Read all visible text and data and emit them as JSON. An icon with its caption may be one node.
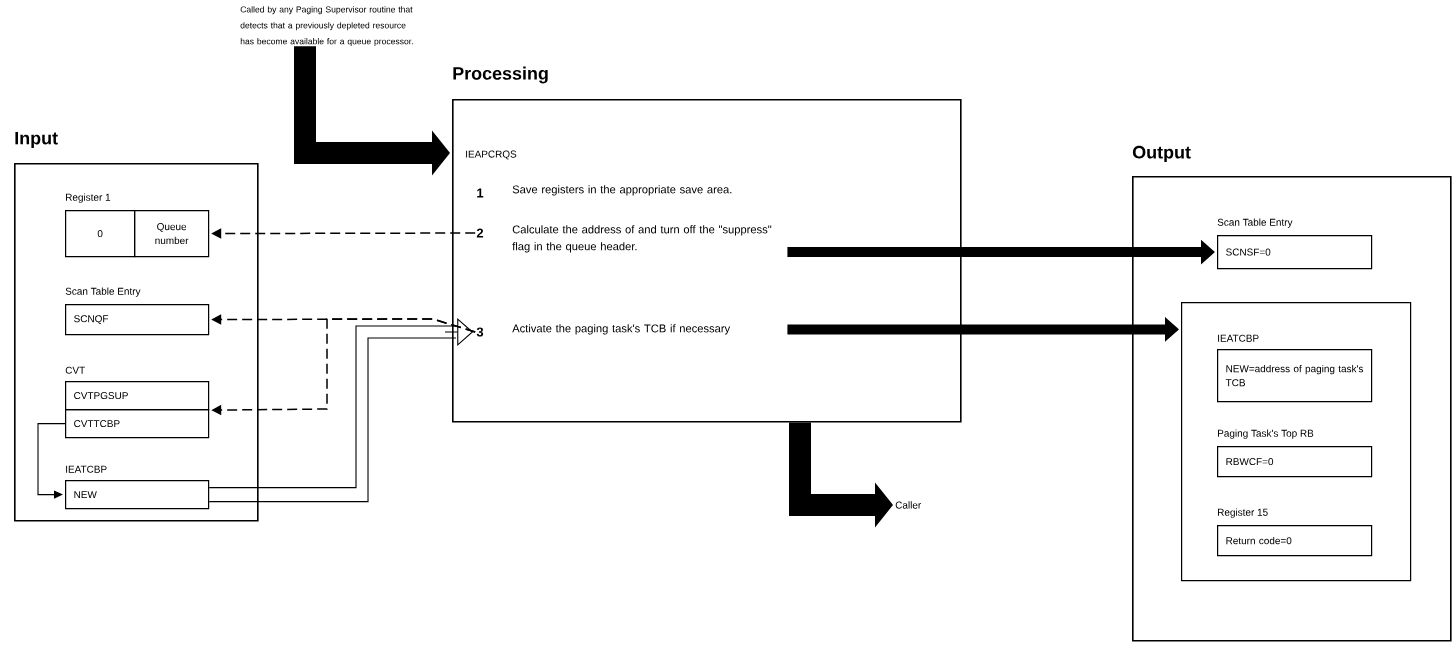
{
  "diagram": {
    "nodes": [
      {
        "text": [
          "Input"
        ]
      },
      {
        "text": [
          "0"
        ],
        "beside": [
          "Register 1"
        ],
        "in": 0
      },
      {
        "text": [
          "Queue number"
        ],
        "in": 0
      },
      {
        "text": [
          "SCNQF"
        ],
        "beside": [
          "Scan Table Entry"
        ],
        "in": 0
      },
      {
        "text": [
          "CVTPGSUP"
        ],
        "beside": [
          "CVT"
        ],
        "in": 0
      },
      {
        "text": [
          "CVTTCBP"
        ],
        "in": 0
      },
      {
        "text": [
          "NEW"
        ],
        "beside": [
          "IEATCBP"
        ],
        "in": 0
      },
      {
        "text": [
          "Processing",
          "IEAPCRQS"
        ]
      },
      {
        "text": [
          "1",
          "Save registers in the appropriate save area."
        ],
        "in": 7
      },
      {
        "text": [
          "2",
          "Calculate the address of and turn off the \"suppress\" flag in the queue header."
        ],
        "in": 7
      },
      {
        "text": [
          "3",
          "Activate the paging task's TCB if necessary"
        ],
        "in": 7
      },
      {
        "text": [
          "Output"
        ]
      },
      {
        "text": [
          "SCNSF=0"
        ],
        "beside": [
          "Scan Table Entry"
        ],
        "in": 11
      },
      {
        "text": [],
        "shape": "box",
        "in": 11
      },
      {
        "text": [
          "NEW=address of paging task's TCB"
        ],
        "beside": [
          "IEATCBP"
        ],
        "in": 13
      },
      {
        "text": [
          "RBWCF=0"
        ],
        "beside": [
          "Paging Task's Top RB"
        ],
        "in": 13
      },
      {
        "text": [
          "Return code=0"
        ],
        "beside": [
          "Register 15"
        ],
        "in": 13
      },
      {
        "text": [
          "Called by any Paging Supervisor routine that detects that a previously depleted resource has become available for a queue processor."
        ]
      },
      {
        "text": [
          "Caller"
        ]
      }
    ],
    "edges": [
      {
        "from": 17,
        "to": 7,
        "arrow": "to",
        "style": "thick"
      },
      {
        "from": 7,
        "to": 18,
        "arrow": "to",
        "style": "thick"
      },
      {
        "from": 9,
        "to": 2,
        "arrow": "to",
        "style": "dashed"
      },
      {
        "from": 10,
        "to": 3,
        "arrow": "to",
        "style": "dashed"
      },
      {
        "from": 10,
        "to": 4,
        "arrow": "to",
        "style": "dashed"
      },
      {
        "from": 5,
        "to": 6,
        "arrow": "to"
      },
      {
        "from": 6,
        "to": 10,
        "arrow": "to"
      },
      {
        "from": 9,
        "to": 12,
        "arrow": "to",
        "style": "thick"
      },
      {
        "from": 10,
        "to": 13,
        "arrow": "to",
        "style": "thick"
      }
    ]
  }
}
